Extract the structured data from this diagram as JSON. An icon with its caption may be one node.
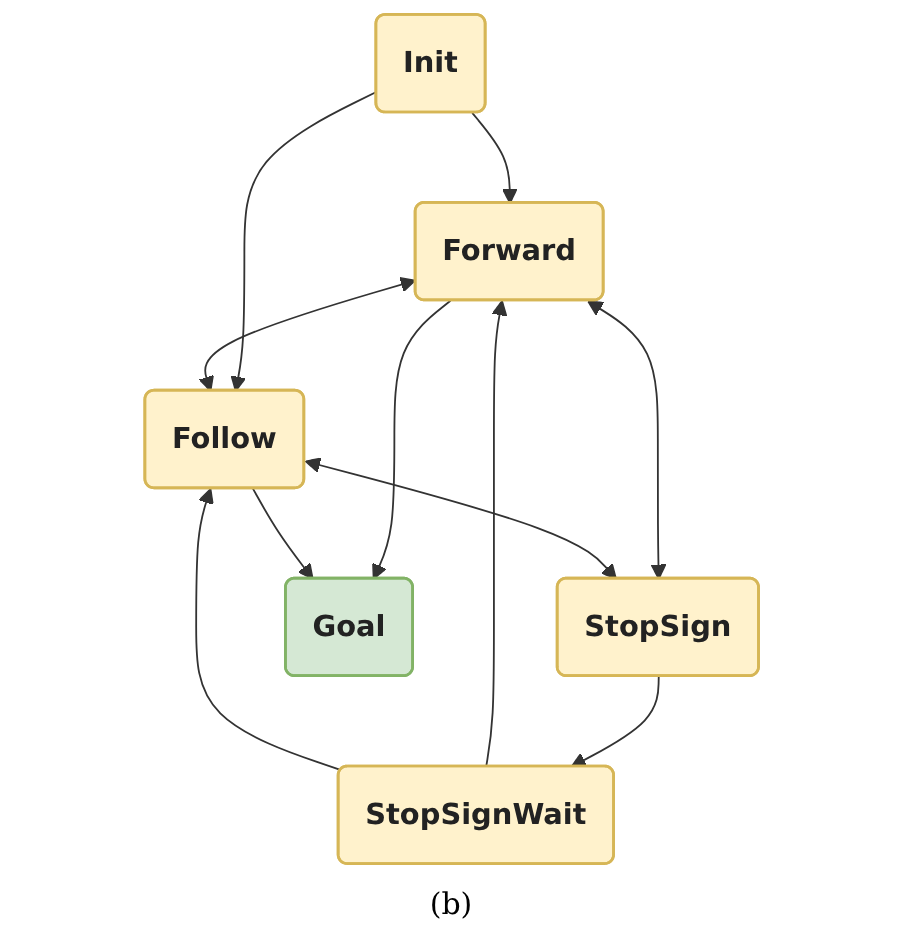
{
  "diagram": {
    "caption": "(b)",
    "nodes": [
      {
        "text": [
          "Init"
        ]
      },
      {
        "text": [
          "Forward"
        ]
      },
      {
        "text": [
          "Follow"
        ]
      },
      {
        "text": [
          "StopSign"
        ]
      },
      {
        "text": [
          "StopSignWait"
        ]
      },
      {
        "text": [
          "Goal"
        ]
      }
    ],
    "edges": [
      {
        "from": 0,
        "to": 1,
        "arrow": "to"
      },
      {
        "from": 0,
        "to": 2,
        "arrow": "to"
      },
      {
        "from": 1,
        "to": 2,
        "arrow": "both"
      },
      {
        "from": 1,
        "to": 3,
        "arrow": "both"
      },
      {
        "from": 2,
        "to": 3,
        "arrow": "both"
      },
      {
        "from": 3,
        "to": 4,
        "arrow": "to"
      },
      {
        "from": 4,
        "to": 1,
        "arrow": "to"
      },
      {
        "from": 4,
        "to": 2,
        "arrow": "to"
      },
      {
        "from": 1,
        "to": 5,
        "arrow": "to"
      },
      {
        "from": 2,
        "to": 5,
        "arrow": "to"
      }
    ]
  }
}
